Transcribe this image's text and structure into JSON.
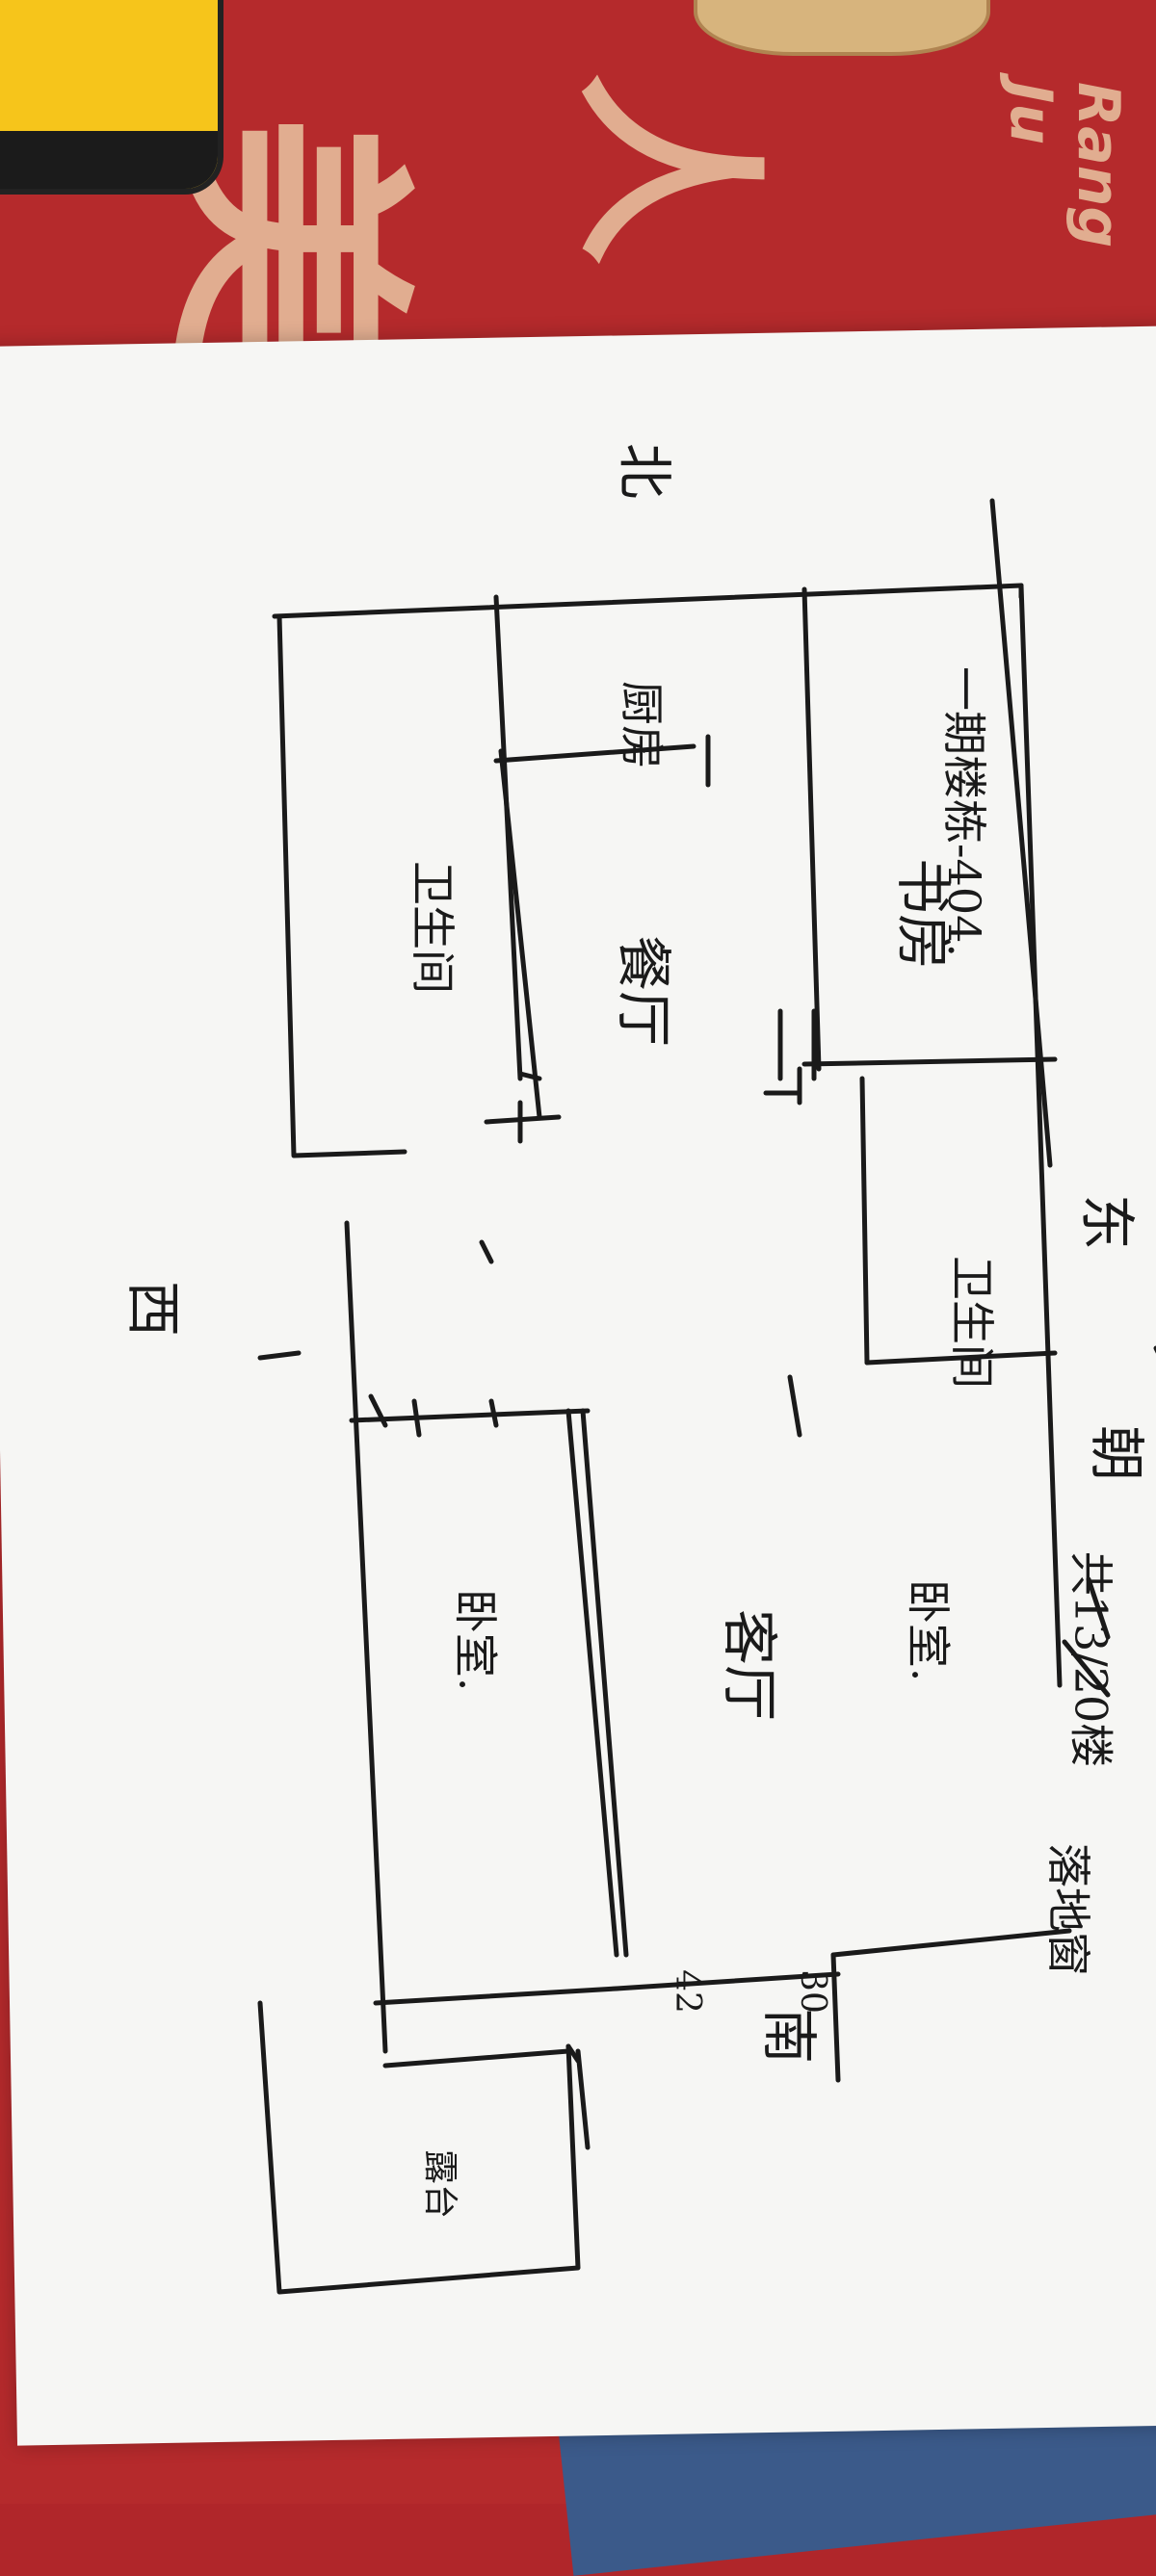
{
  "background": {
    "cloth_color": "#b52a2c",
    "paper_color": "#f6f6f4",
    "ink_color": "#1a1a1a"
  },
  "cloth_text": {
    "top_right": "Rang Ju",
    "big_glyph_1": "美",
    "big_glyph_2": "人"
  },
  "labels": {
    "north": "北",
    "south": "南",
    "east": "东",
    "west": "西",
    "facing": "朝",
    "building_note": "一期楼栋-404.",
    "study": "书房",
    "kitchen": "厨房",
    "dining": "餐厅",
    "bathroom_1": "卫生间",
    "bathroom_2": "卫生间",
    "master_bedroom": "卧室.",
    "living_room": "客厅",
    "bedroom": "卧室.",
    "balcony": "露台",
    "dim_30": "30",
    "dim_42": "42",
    "window_note": "落地窗",
    "top_code": "共13/20楼"
  }
}
